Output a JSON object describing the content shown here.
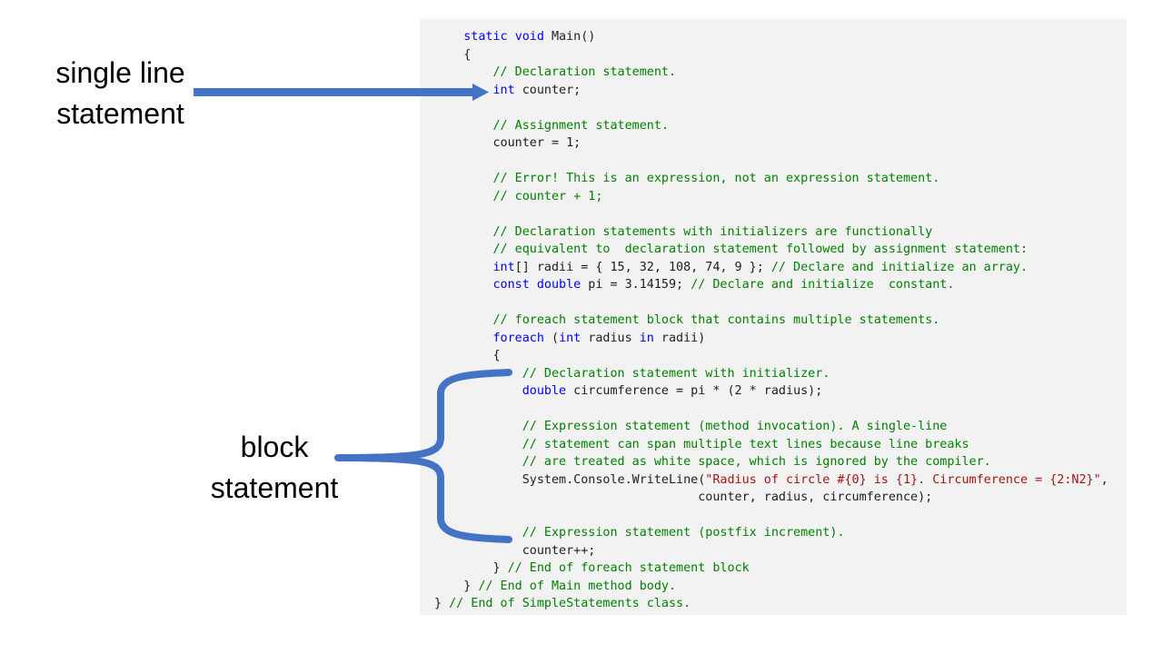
{
  "labels": {
    "single_line_statement": [
      "single line",
      "statement"
    ],
    "block_statement": [
      "block",
      "statement"
    ]
  },
  "colors": {
    "keyword": "#0000ff",
    "comment": "#008000",
    "string": "#a31515",
    "plain": "#1e1e1e",
    "code_background": "#f2f2f2",
    "annotation": "#4472c4"
  },
  "code_lines": [
    [
      {
        "t": "    "
      },
      {
        "t": "static",
        "k": "kw"
      },
      {
        "t": " "
      },
      {
        "t": "void",
        "k": "kw"
      },
      {
        "t": " Main()"
      }
    ],
    [
      {
        "t": "    {"
      }
    ],
    [
      {
        "t": "        "
      },
      {
        "t": "// Declaration statement.",
        "k": "cm"
      }
    ],
    [
      {
        "t": "        "
      },
      {
        "t": "int",
        "k": "kw"
      },
      {
        "t": " counter;"
      }
    ],
    [
      {
        "t": ""
      }
    ],
    [
      {
        "t": "        "
      },
      {
        "t": "// Assignment statement.",
        "k": "cm"
      }
    ],
    [
      {
        "t": "        counter = 1;"
      }
    ],
    [
      {
        "t": ""
      }
    ],
    [
      {
        "t": "        "
      },
      {
        "t": "// Error! This is an expression, not an expression statement.",
        "k": "cm"
      }
    ],
    [
      {
        "t": "        "
      },
      {
        "t": "// counter + 1;",
        "k": "cm"
      }
    ],
    [
      {
        "t": ""
      }
    ],
    [
      {
        "t": "        "
      },
      {
        "t": "// Declaration statements with initializers are functionally",
        "k": "cm"
      }
    ],
    [
      {
        "t": "        "
      },
      {
        "t": "// equivalent to  declaration statement followed by assignment statement:",
        "k": "cm"
      }
    ],
    [
      {
        "t": "        "
      },
      {
        "t": "int",
        "k": "kw"
      },
      {
        "t": "[] radii = { 15, 32, 108, 74, 9 }; "
      },
      {
        "t": "// Declare and initialize an array.",
        "k": "cm"
      }
    ],
    [
      {
        "t": "        "
      },
      {
        "t": "const",
        "k": "kw"
      },
      {
        "t": " "
      },
      {
        "t": "double",
        "k": "kw"
      },
      {
        "t": " pi = 3.14159; "
      },
      {
        "t": "// Declare and initialize  constant.",
        "k": "cm"
      }
    ],
    [
      {
        "t": ""
      }
    ],
    [
      {
        "t": "        "
      },
      {
        "t": "// foreach statement block that contains multiple statements.",
        "k": "cm"
      }
    ],
    [
      {
        "t": "        "
      },
      {
        "t": "foreach",
        "k": "kw"
      },
      {
        "t": " ("
      },
      {
        "t": "int",
        "k": "kw"
      },
      {
        "t": " radius "
      },
      {
        "t": "in",
        "k": "kw"
      },
      {
        "t": " radii)"
      }
    ],
    [
      {
        "t": "        {"
      }
    ],
    [
      {
        "t": "            "
      },
      {
        "t": "// Declaration statement with initializer.",
        "k": "cm"
      }
    ],
    [
      {
        "t": "            "
      },
      {
        "t": "double",
        "k": "kw"
      },
      {
        "t": " circumference = pi * (2 * radius);"
      }
    ],
    [
      {
        "t": ""
      }
    ],
    [
      {
        "t": "            "
      },
      {
        "t": "// Expression statement (method invocation). A single-line",
        "k": "cm"
      }
    ],
    [
      {
        "t": "            "
      },
      {
        "t": "// statement can span multiple text lines because line breaks",
        "k": "cm"
      }
    ],
    [
      {
        "t": "            "
      },
      {
        "t": "// are treated as white space, which is ignored by the compiler.",
        "k": "cm"
      }
    ],
    [
      {
        "t": "            System.Console.WriteLine("
      },
      {
        "t": "\"Radius of circle #{0} is {1}. Circumference = {2:N2}\"",
        "k": "str"
      },
      {
        "t": ","
      }
    ],
    [
      {
        "t": "                                    counter, radius, circumference);"
      }
    ],
    [
      {
        "t": ""
      }
    ],
    [
      {
        "t": "            "
      },
      {
        "t": "// Expression statement (postfix increment).",
        "k": "cm"
      }
    ],
    [
      {
        "t": "            counter++;"
      }
    ],
    [
      {
        "t": "        } "
      },
      {
        "t": "// End of foreach statement block",
        "k": "cm"
      }
    ],
    [
      {
        "t": "    } "
      },
      {
        "t": "// End of Main method body.",
        "k": "cm"
      }
    ],
    [
      {
        "t": "} "
      },
      {
        "t": "// End of SimpleStatements class.",
        "k": "cm"
      }
    ]
  ]
}
